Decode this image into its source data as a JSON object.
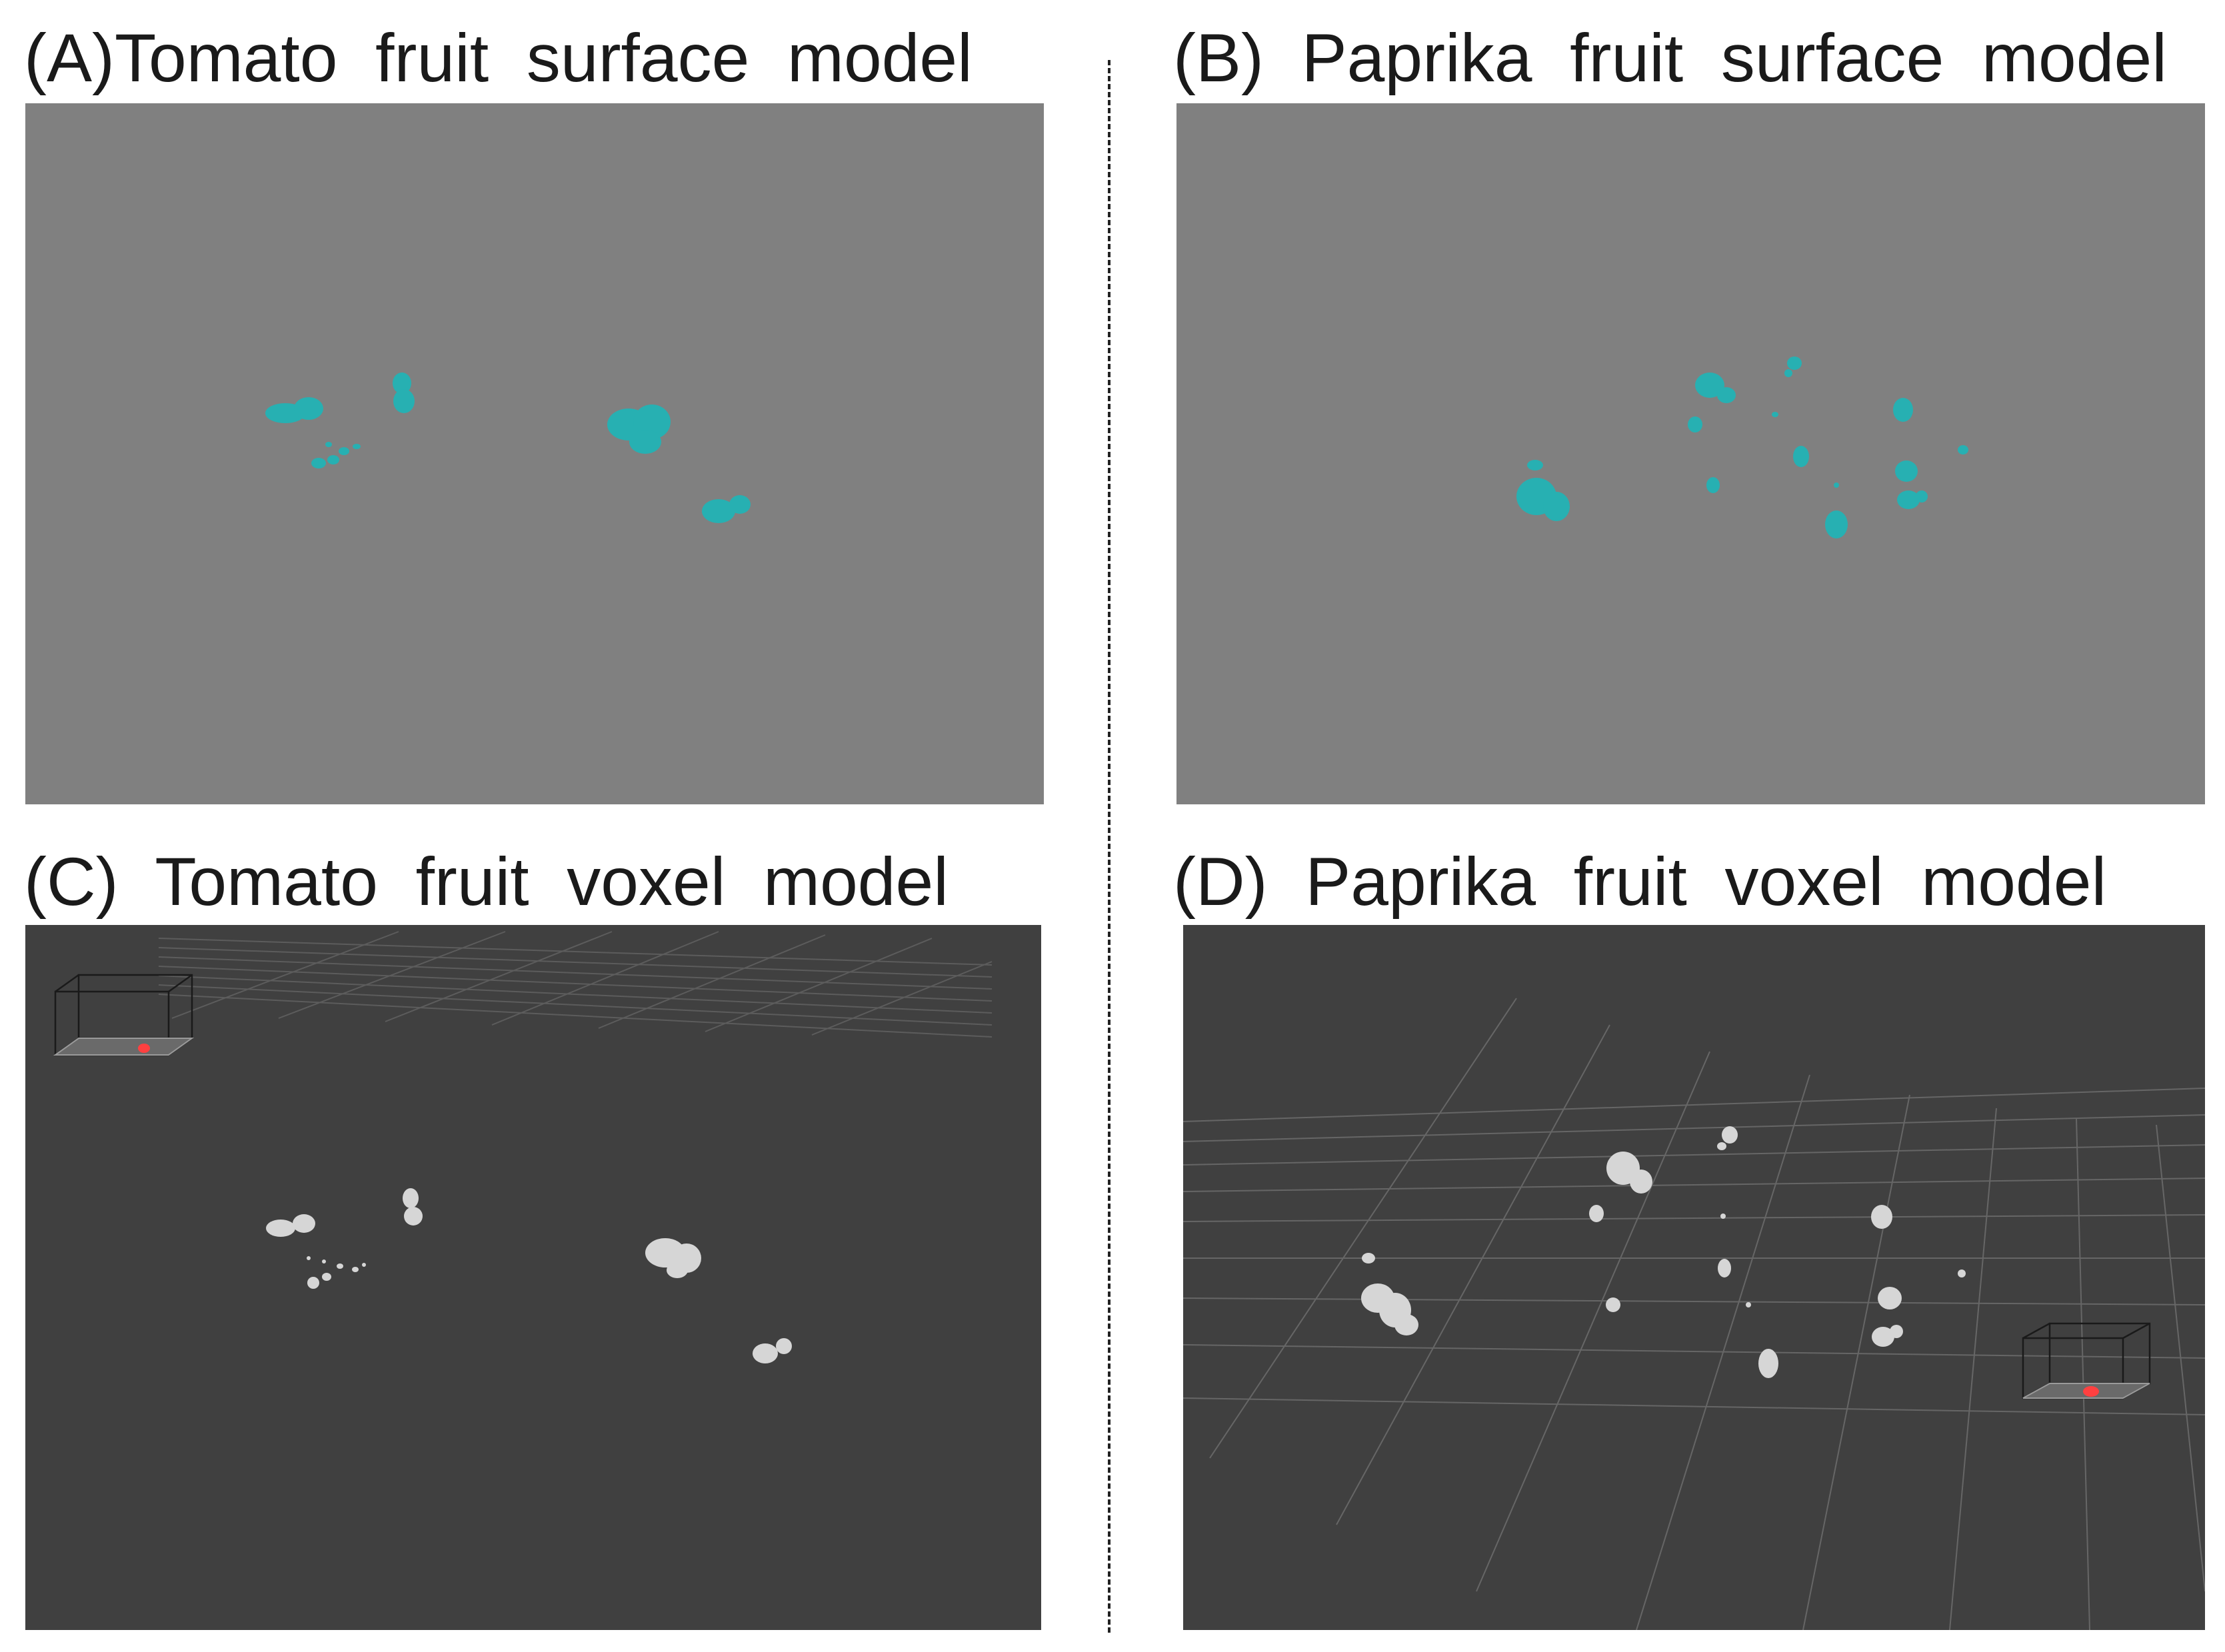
{
  "panels": {
    "a": {
      "caption": "(A)Tomato  fruit  surface  model",
      "background": "#808080",
      "blob_color": "#27b0b2"
    },
    "b": {
      "caption": "(B)  Paprika  fruit  surface  model",
      "background": "#808080",
      "blob_color": "#27b0b2"
    },
    "c": {
      "caption": "(C)  Tomato  fruit  voxel  model",
      "background": "#404040",
      "blob_color": "#d6d6d6",
      "marker_color": "#ff4040"
    },
    "d": {
      "caption": "(D)  Paprika  fruit  voxel  model",
      "background": "#404040",
      "blob_color": "#d6d6d6",
      "marker_color": "#ff4040"
    }
  }
}
